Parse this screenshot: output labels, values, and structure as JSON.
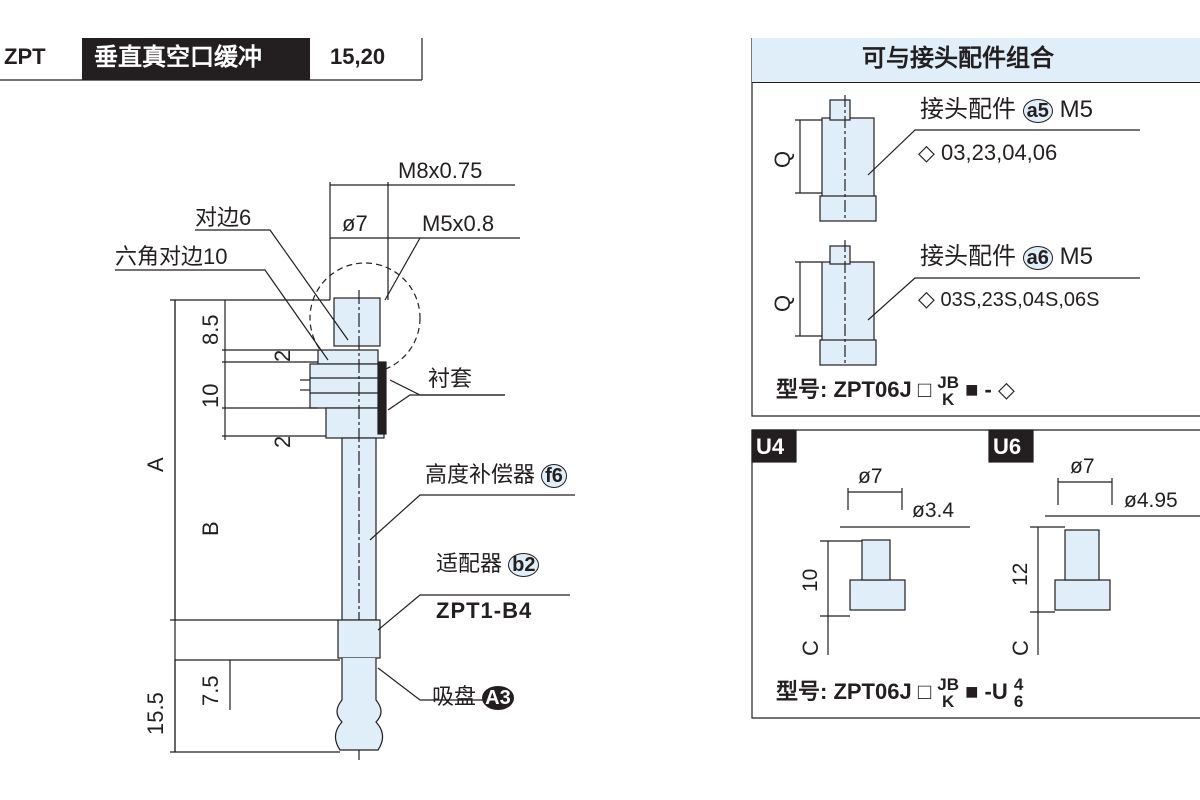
{
  "header": {
    "series": "ZPT",
    "title": "垂直真空口缓冲",
    "sizes": "15,20"
  },
  "main_drawing": {
    "thread_top": "M8x0.75",
    "dia_7": "ø7",
    "thread_m5": "M5x0.8",
    "across_flats_6": "对边6",
    "hex_across_flats_10": "六角对边10",
    "dim_8_5": "8.5",
    "dim_2a": "2",
    "dim_10": "10",
    "dim_2b": "2",
    "dim_A": "A",
    "dim_B": "B",
    "dim_7_5": "7.5",
    "dim_15_5": "15.5",
    "bushing": "衬套",
    "height_compensator": "高度补偿器",
    "height_compensator_code": "f6",
    "adapter": "适配器",
    "adapter_code": "b2",
    "adapter_model": "ZPT1-B4",
    "suction_cup": "吸盘",
    "suction_cup_code": "A3"
  },
  "fitting_panel": {
    "title": "可与接头配件组合",
    "a5": {
      "label": "接头配件",
      "code": "a5",
      "thread": "M5",
      "options": "03,23,04,06",
      "dim": "Q"
    },
    "a6": {
      "label": "接头配件",
      "code": "a6",
      "thread": "M5",
      "options": "03S,23S,04S,06S",
      "dim": "Q"
    },
    "model": {
      "prefix": "型号: ZPT06J",
      "upper": "JB",
      "lower": "K",
      "suffix": "-"
    }
  },
  "barb_panel": {
    "u4": {
      "tag": "U4",
      "dia_outer": "ø7",
      "dia_inner": "ø3.4",
      "height": "10",
      "dim": "C"
    },
    "u6": {
      "tag": "U6",
      "dia_outer": "ø7",
      "dia_inner": "ø4.95",
      "height": "12",
      "dim": "C"
    },
    "model": {
      "prefix": "型号: ZPT06J",
      "upper": "JB",
      "lower": "K",
      "suffix": "-U",
      "sup": "4",
      "sub": "6"
    }
  }
}
